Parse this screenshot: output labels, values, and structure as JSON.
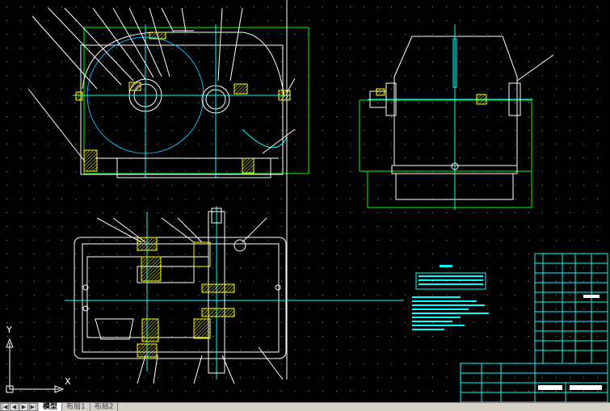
{
  "app": {
    "name": "CAD drawing workspace"
  },
  "ucs": {
    "x_label": "X",
    "y_label": "Y"
  },
  "tabs": [
    {
      "label": "模型",
      "active": true
    },
    {
      "label": "布局1",
      "active": false
    },
    {
      "label": "布局2",
      "active": false
    }
  ],
  "nav_icons": [
    "first-tab-icon",
    "prev-tab-icon",
    "next-tab-icon",
    "last-tab-icon"
  ],
  "colors": {
    "background": "#000000",
    "grid_dot": "#8a8a8a",
    "geometry_white": "#ffffff",
    "centerline_green": "#00ff00",
    "centerline_cyan": "#00ffff",
    "yellow": "#ffff00",
    "title_block_cyan": "#00ffff"
  }
}
